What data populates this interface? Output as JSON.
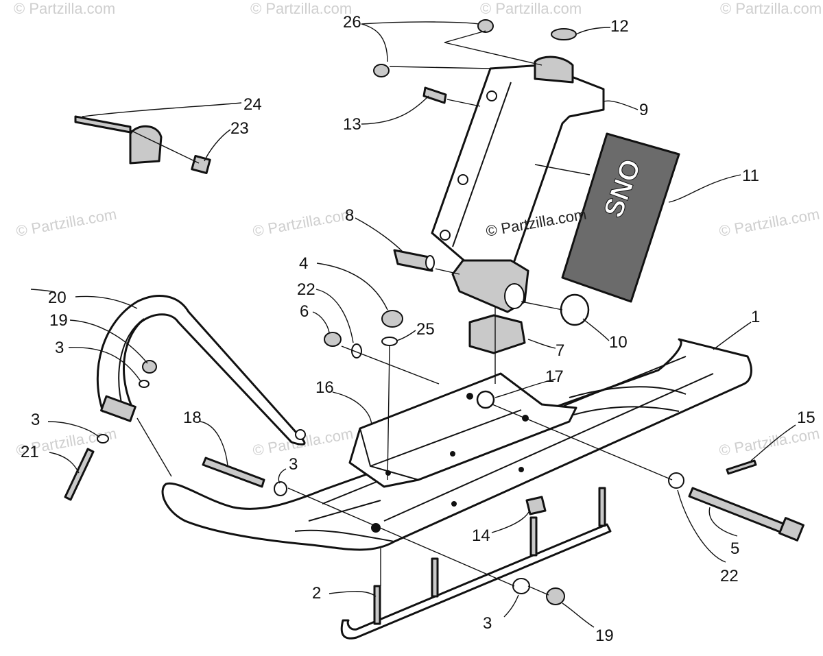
{
  "watermark": "© Partzilla.com",
  "decal_text": "SNO",
  "callouts": {
    "c1": "1",
    "c2": "2",
    "c3a": "3",
    "c3b": "3",
    "c3c": "3",
    "c3d": "3",
    "c4": "4",
    "c5": "5",
    "c6": "6",
    "c7": "7",
    "c8": "8",
    "c9": "9",
    "c10": "10",
    "c11": "11",
    "c12": "12",
    "c13": "13",
    "c14": "14",
    "c15": "15",
    "c16": "16",
    "c17": "17",
    "c18": "18",
    "c19a": "19",
    "c19b": "19",
    "c20": "20",
    "c21": "21",
    "c22a": "22",
    "c22b": "22",
    "c23": "23",
    "c24": "24",
    "c25": "25",
    "c26": "26"
  }
}
